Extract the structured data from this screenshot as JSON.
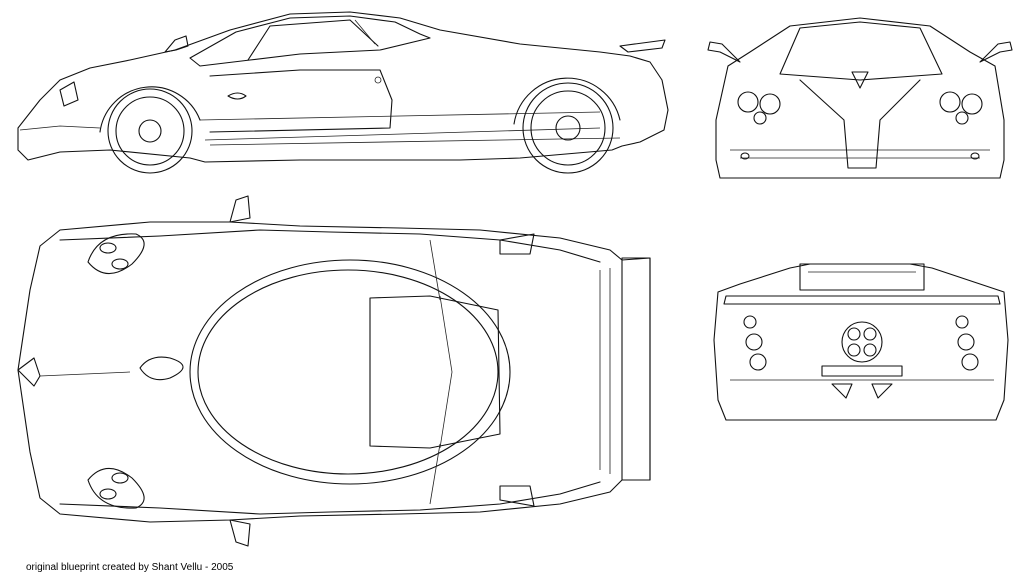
{
  "blueprint": {
    "subject_icon": "car-icon",
    "views": [
      "side-view",
      "front-view",
      "top-view",
      "rear-view"
    ],
    "credit": "original blueprint created by Shant Vellu - 2005"
  },
  "colors": {
    "background": "#ffffff",
    "line": "#111111"
  }
}
